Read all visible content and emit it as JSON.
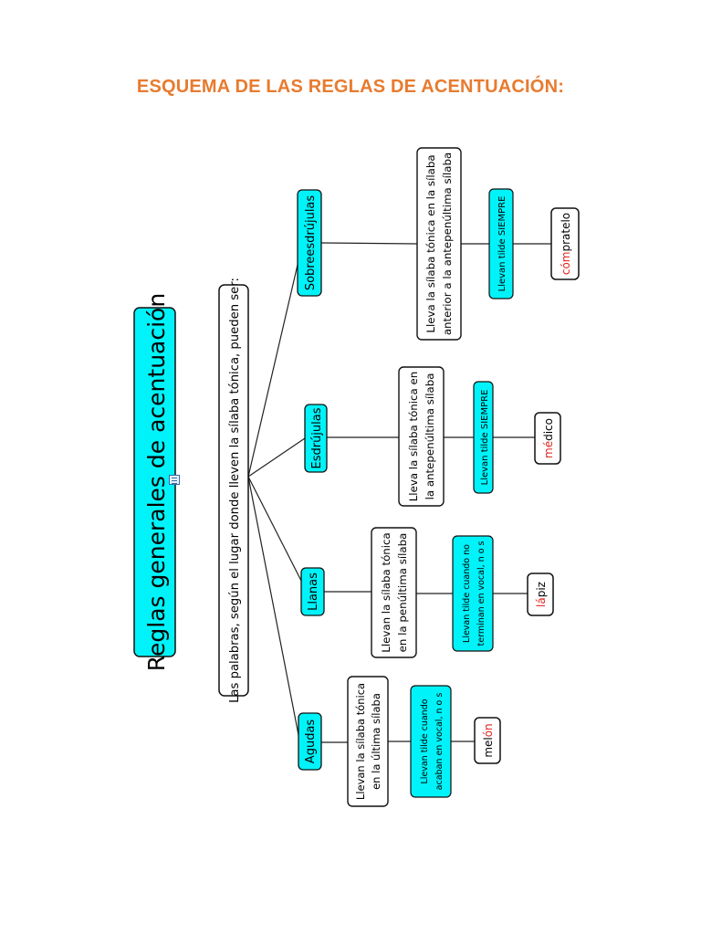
{
  "title": "ESQUEMA DE LAS REGLAS DE ACENTUACIÓN:",
  "colors": {
    "title": "#e87b2f",
    "cyan": "#00f3f8",
    "accent": "#e3201b"
  },
  "diagram": {
    "main": "Reglas generales de acentuación",
    "intro": "Las palabras, según el lugar donde lleven la sílaba tónica, pueden ser:",
    "categories": [
      {
        "name": "Agudas",
        "rule": [
          "Llevan la sílaba tónica",
          "en la última sílaba"
        ],
        "tilde": [
          "Llevan tilde cuando",
          "acaban en vocal, n o s"
        ],
        "example": {
          "pre": "mel",
          "accent": "ón",
          "post": ""
        }
      },
      {
        "name": "Llanas",
        "rule": [
          "Llevan la sílaba tónica",
          "en la penúltima sílaba"
        ],
        "tilde": [
          "Llevan tilde cuando no",
          "terminan en vocal, n o s"
        ],
        "example": {
          "pre": "",
          "accent": "lá",
          "post": "piz"
        }
      },
      {
        "name": "Esdrújulas",
        "rule": [
          "Lleva la sílaba tónica en",
          "la antepenúltima sílaba"
        ],
        "tilde": [
          "Llevan tilde SIEMPRE"
        ],
        "example": {
          "pre": "",
          "accent": "mé",
          "post": "dico"
        }
      },
      {
        "name": "Sobreesdrújulas",
        "rule": [
          "Lleva la sílaba tónica en la sílaba",
          "anterior a la antepenúltima sílaba"
        ],
        "tilde": [
          "Llevan tilde SIEMPRE"
        ],
        "example": {
          "pre": "",
          "accent": "cóm",
          "post": "pratelo"
        }
      }
    ]
  }
}
